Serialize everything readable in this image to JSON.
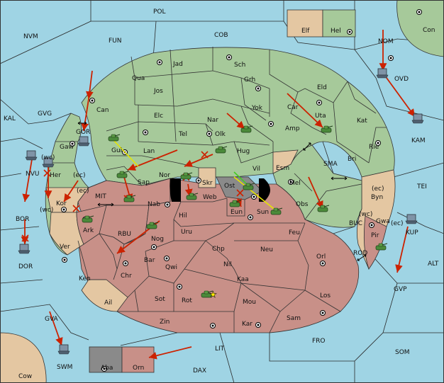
{
  "colors": {
    "sea": "#9fd4e4",
    "green": "#a6c99a",
    "red": "#c89088",
    "tan": "#e4c7a2",
    "gray": "#8a8a8a",
    "order": "#cc2200",
    "support": "#e6e600"
  },
  "map": {
    "sea_labels": {
      "pol": "POL",
      "nvm": "NVM",
      "fun": "FUN",
      "cob": "COB",
      "nom": "NOM",
      "ovd": "OVD",
      "kal": "KAL",
      "gvg": "GVG",
      "gor": "GOR",
      "kam": "KAM",
      "sma": "SMA",
      "tei": "TEI",
      "mit": "MIT",
      "rbu": "RBU",
      "bor": "BOR",
      "dor": "DOR",
      "buc": "BUC",
      "kup": "KUP",
      "rod": "ROD",
      "alt": "ALT",
      "gvp": "GVP",
      "gva": "GVA",
      "swm": "SWM",
      "lit": "LIT",
      "fro": "FRO",
      "som": "SOM",
      "dax": "DAX",
      "nvu": "NVU"
    },
    "land_labels": {
      "con": "Con",
      "elf": "Elf",
      "hel": "Hel",
      "jad": "Jad",
      "sch": "Sch",
      "qua": "Qua",
      "jos": "Jos",
      "grh": "Grh",
      "eld": "Eld",
      "can": "Can",
      "yok": "Yok",
      "car": "Car",
      "uta": "Uta",
      "nar": "Nar",
      "elc": "Elc",
      "kat": "Kat",
      "amp": "Amp",
      "olk": "Olk",
      "tel": "Tel",
      "gaw": "Gaw",
      "gui": "Gui",
      "hug": "Hug",
      "rie": "Rie",
      "lan": "Lan",
      "bri": "Bri",
      "esm": "Esm",
      "her": "Her",
      "vil": "Vil",
      "sap": "Sap",
      "nor": "Nor",
      "skr": "Skr",
      "ost": "Ost",
      "mel": "Mel",
      "byn": "Byn",
      "web": "Web",
      "kor": "Kor",
      "nab": "Nab",
      "obs": "Obs",
      "eun": "Eun",
      "sun": "Sun",
      "hil": "Hil",
      "gwa": "Gwa",
      "ark": "Ark",
      "nog": "Nog",
      "feu": "Feu",
      "pir": "Pir",
      "uru": "Uru",
      "ver": "Ver",
      "chp": "Chp",
      "neu": "Neu",
      "orl": "Orl",
      "bar": "Bar",
      "qwi": "Qwi",
      "nil": "Nil",
      "ken": "Ken",
      "chr": "Chr",
      "kaa": "Kaa",
      "los": "Los",
      "sot": "Sot",
      "rot": "Rot",
      "ail": "Ail",
      "mou": "Mou",
      "zin": "Zin",
      "kar": "Kar",
      "sam": "Sam",
      "cow": "Cow",
      "aba": "Aba",
      "orn": "Orn"
    },
    "coast_labels": {
      "wc1": "(wc)",
      "ec1": "(ec)",
      "ec2": "(ec)",
      "wc2": "(wc)",
      "ec3": "(ec)",
      "wc3": "(wc)",
      "ec4": "(ec)"
    },
    "marker": "★"
  }
}
